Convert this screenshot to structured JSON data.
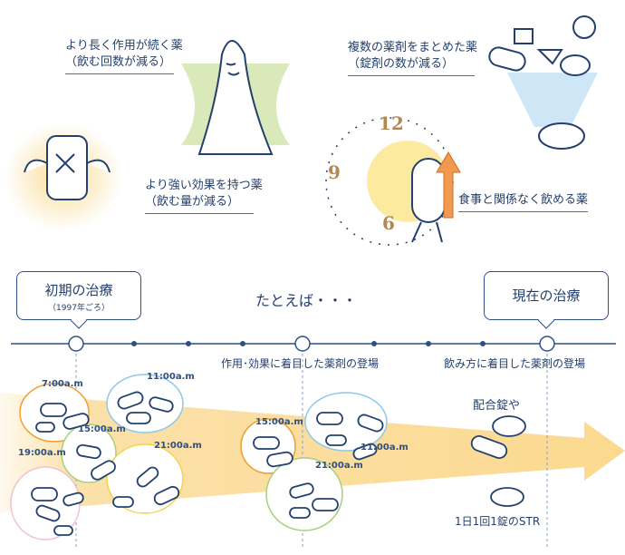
{
  "top_left": {
    "longer_acting": {
      "line1": "より長く作用が続く薬",
      "line2": "（飲む回数が減る）"
    },
    "stronger": {
      "line1": "より強い効果を持つ薬",
      "line2": "（飲む量が減る）"
    }
  },
  "top_right": {
    "combined": {
      "line1": "複数の薬剤をまとめた薬",
      "line2": "（錠剤の数が減る）"
    },
    "food": {
      "line1": "食事と関係なく飲める薬"
    },
    "clock": {
      "n12": "12",
      "n9": "9",
      "n6": "6"
    }
  },
  "timeline": {
    "early": {
      "title": "初期の治療",
      "sub": "（1997年ごろ）"
    },
    "example": "たとえば・・・",
    "current": {
      "title": "現在の治療"
    },
    "mid_label": "作用･効果に着目した薬剤の登場",
    "right_label": "飲み方に着目した薬剤の登場"
  },
  "schedule_early": [
    "7:00a.m",
    "11:00a.m",
    "15:00a.m",
    "19:00a.m",
    "21:00a.m"
  ],
  "schedule_mid": [
    "15:00a.m",
    "11:00a.m",
    "21:00a.m"
  ],
  "current": {
    "combo": "配合錠や",
    "str": "1日1回1錠のSTR"
  },
  "colors": {
    "navy": "#24406e",
    "arrow": "#fbe1aa",
    "orange": "#f0a030",
    "blue": "#8fc8e8",
    "green": "#a8cf7a",
    "yellow": "#f3d34a",
    "pink": "#f2c0cc"
  }
}
